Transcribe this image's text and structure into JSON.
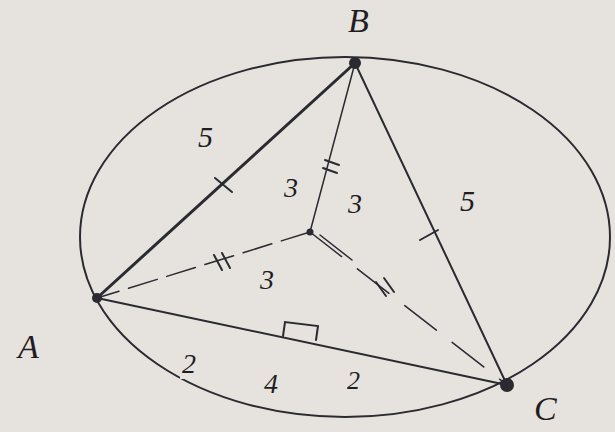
{
  "diagram": {
    "labels": [
      "B",
      "5",
      "3",
      "3",
      "5",
      "3",
      "A",
      "2",
      "4",
      "2",
      "C"
    ]
  }
}
